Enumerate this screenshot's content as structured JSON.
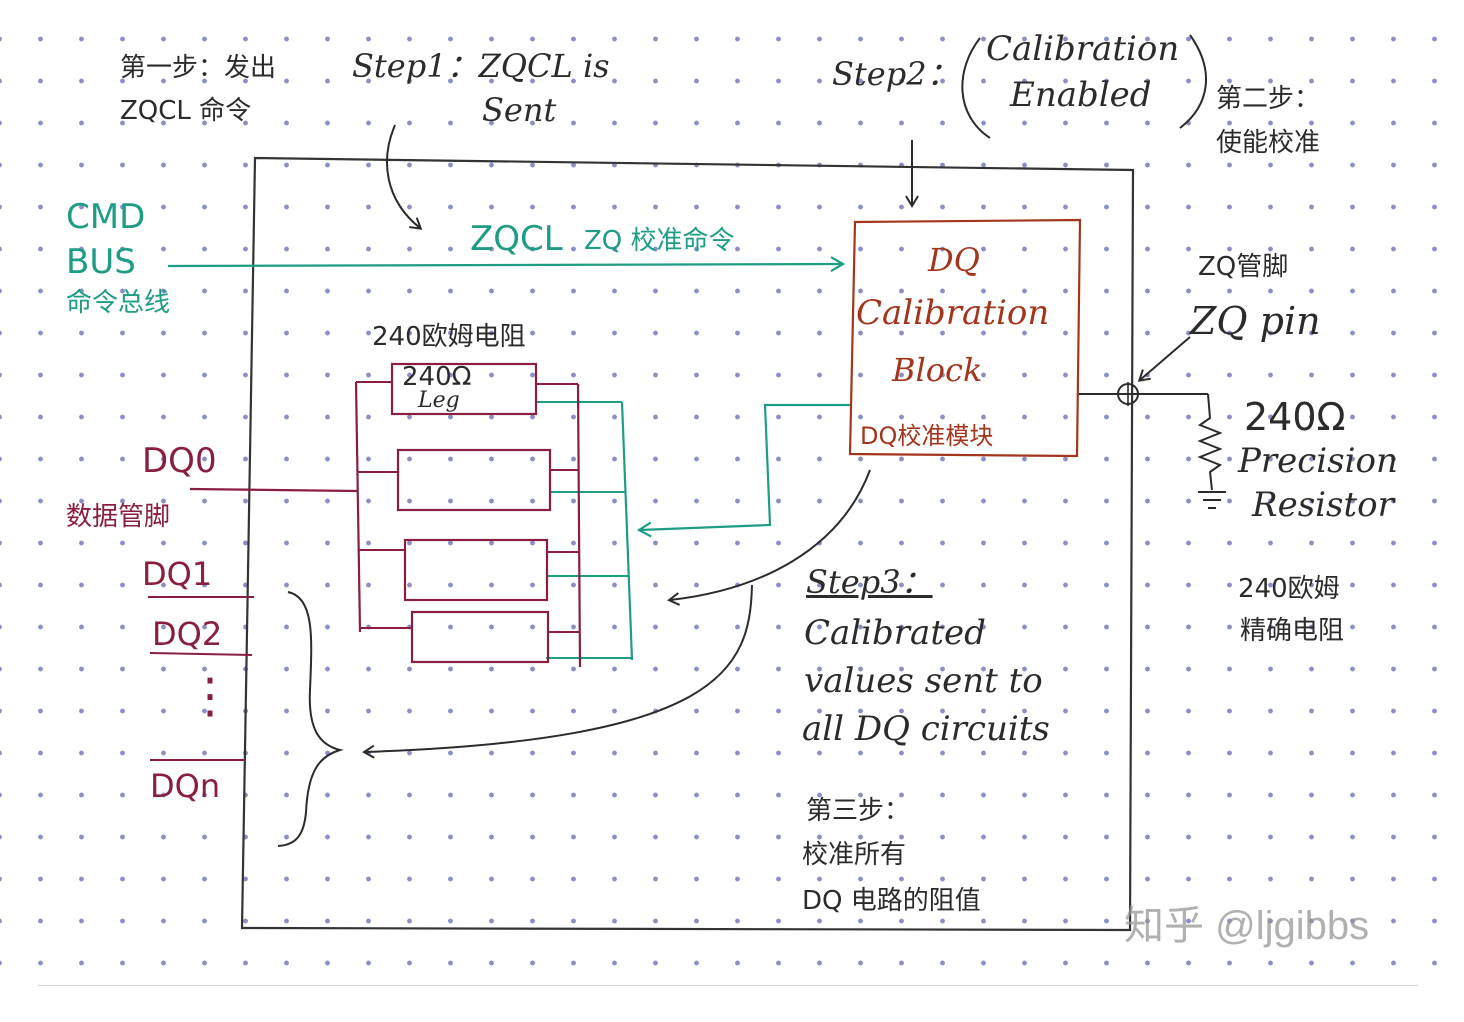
{
  "step1": {
    "cn_line1": "第一步：发出",
    "en_line1": "Step1：ZQCL is",
    "cn_line2": "ZQCL 命令",
    "en_line2": "Sent"
  },
  "step2": {
    "en_label": "Step2：",
    "en_line1": "Calibration",
    "en_line2": "Enabled",
    "cn_line1": "第二步：",
    "cn_line2": "使能校准"
  },
  "cmd_bus": {
    "line1": "CMD",
    "line2": "BUS",
    "cn": "命令总线"
  },
  "zqcl_command": {
    "en": "ZQCL",
    "cn": "ZQ 校准命令"
  },
  "calibration_block": {
    "line1": "DQ",
    "line2": "Calibration",
    "line3": "Block",
    "cn": "DQ校准模块"
  },
  "zq_pin": {
    "cn": "ZQ管脚",
    "en": "ZQ pin"
  },
  "precision_resistor": {
    "value": "240Ω",
    "line1": "Precision",
    "line2": "Resistor",
    "cn_line1": "240欧姆",
    "cn_line2": "精确电阻"
  },
  "legs": {
    "cn": "240欧姆电阻",
    "value": "240Ω",
    "word": "Leg"
  },
  "data_pins": {
    "dq0": "DQ0",
    "cn": "数据管脚",
    "dq1": "DQ1",
    "dq2": "DQ2",
    "dots": "⋮",
    "dqn": "DQn"
  },
  "step3": {
    "label": "Step3：",
    "line1": "Calibrated",
    "line2": "values sent to",
    "line3": "all DQ circuits",
    "cn_line1": "第三步：",
    "cn_line2": "校准所有",
    "cn_line3": "DQ 电路的阻值"
  },
  "watermark": "知乎 @ljgibbs",
  "colors": {
    "ink": "#2b2b2b",
    "teal": "#1e9c85",
    "maroon": "#8a1e3f",
    "rust": "#a3351d",
    "dots": "#8b8fc6"
  }
}
